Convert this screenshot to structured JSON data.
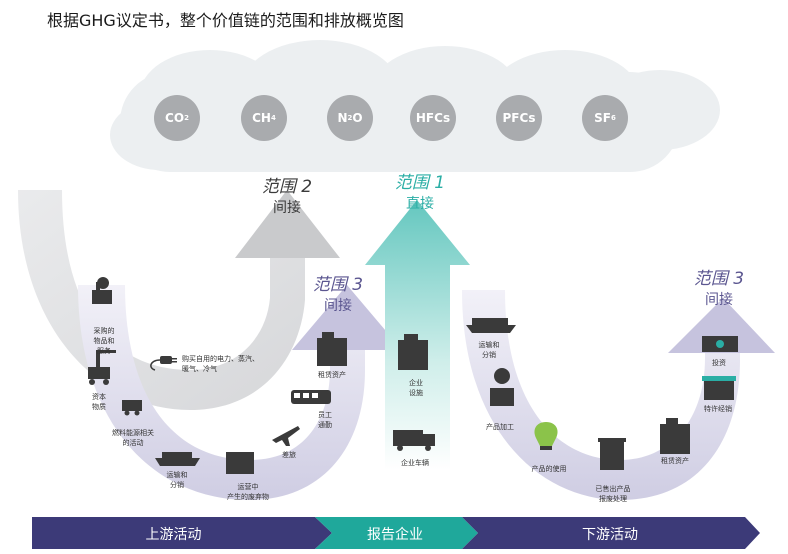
{
  "title": "根据GHG议定书，整个价值链的范围和排放概览图",
  "gases": [
    "CO2",
    "CH4",
    "N2O",
    "HFCs",
    "PFCs",
    "SF6"
  ],
  "scopes": {
    "scope2": {
      "title": "范围 2",
      "sub": "间接"
    },
    "scope1": {
      "title": "范围 1",
      "sub": "直接"
    },
    "scope3_up": {
      "title": "范围 3",
      "sub": "间接"
    },
    "scope3_down": {
      "title": "范围 3",
      "sub": "间接"
    }
  },
  "upstream": {
    "purchased_goods": "采购的\n物品和\n服务",
    "capital_goods": "资本\n物质",
    "fuel_energy": "燃料能源相关\n的活动",
    "transport": "运输和\n分销",
    "waste": "运营中\n产生的废弃物",
    "electricity": "购买自用的电力、蒸汽、\n暖气、冷气",
    "business_travel": "差旅",
    "commuting": "员工\n通勤",
    "leased_assets": "租赁资产"
  },
  "company": {
    "facilities": "企业\n设施",
    "vehicles": "企业车辆"
  },
  "downstream": {
    "transport": "运输和\n分销",
    "processing": "产品加工",
    "use": "产品的使用",
    "eol": "已售出产品\n报废处理",
    "leased_assets": "租赁资产",
    "franchises": "特许经销",
    "investments": "投资"
  },
  "bands": {
    "upstream": "上游活动",
    "company": "报告企业",
    "downstream": "下游活动"
  },
  "colors": {
    "gas": "#a9abae",
    "scope_purple": "#5b5690",
    "scope_teal": "#2aaea5",
    "band_dark": "#3c3a78",
    "band_teal": "#1fa89b"
  }
}
